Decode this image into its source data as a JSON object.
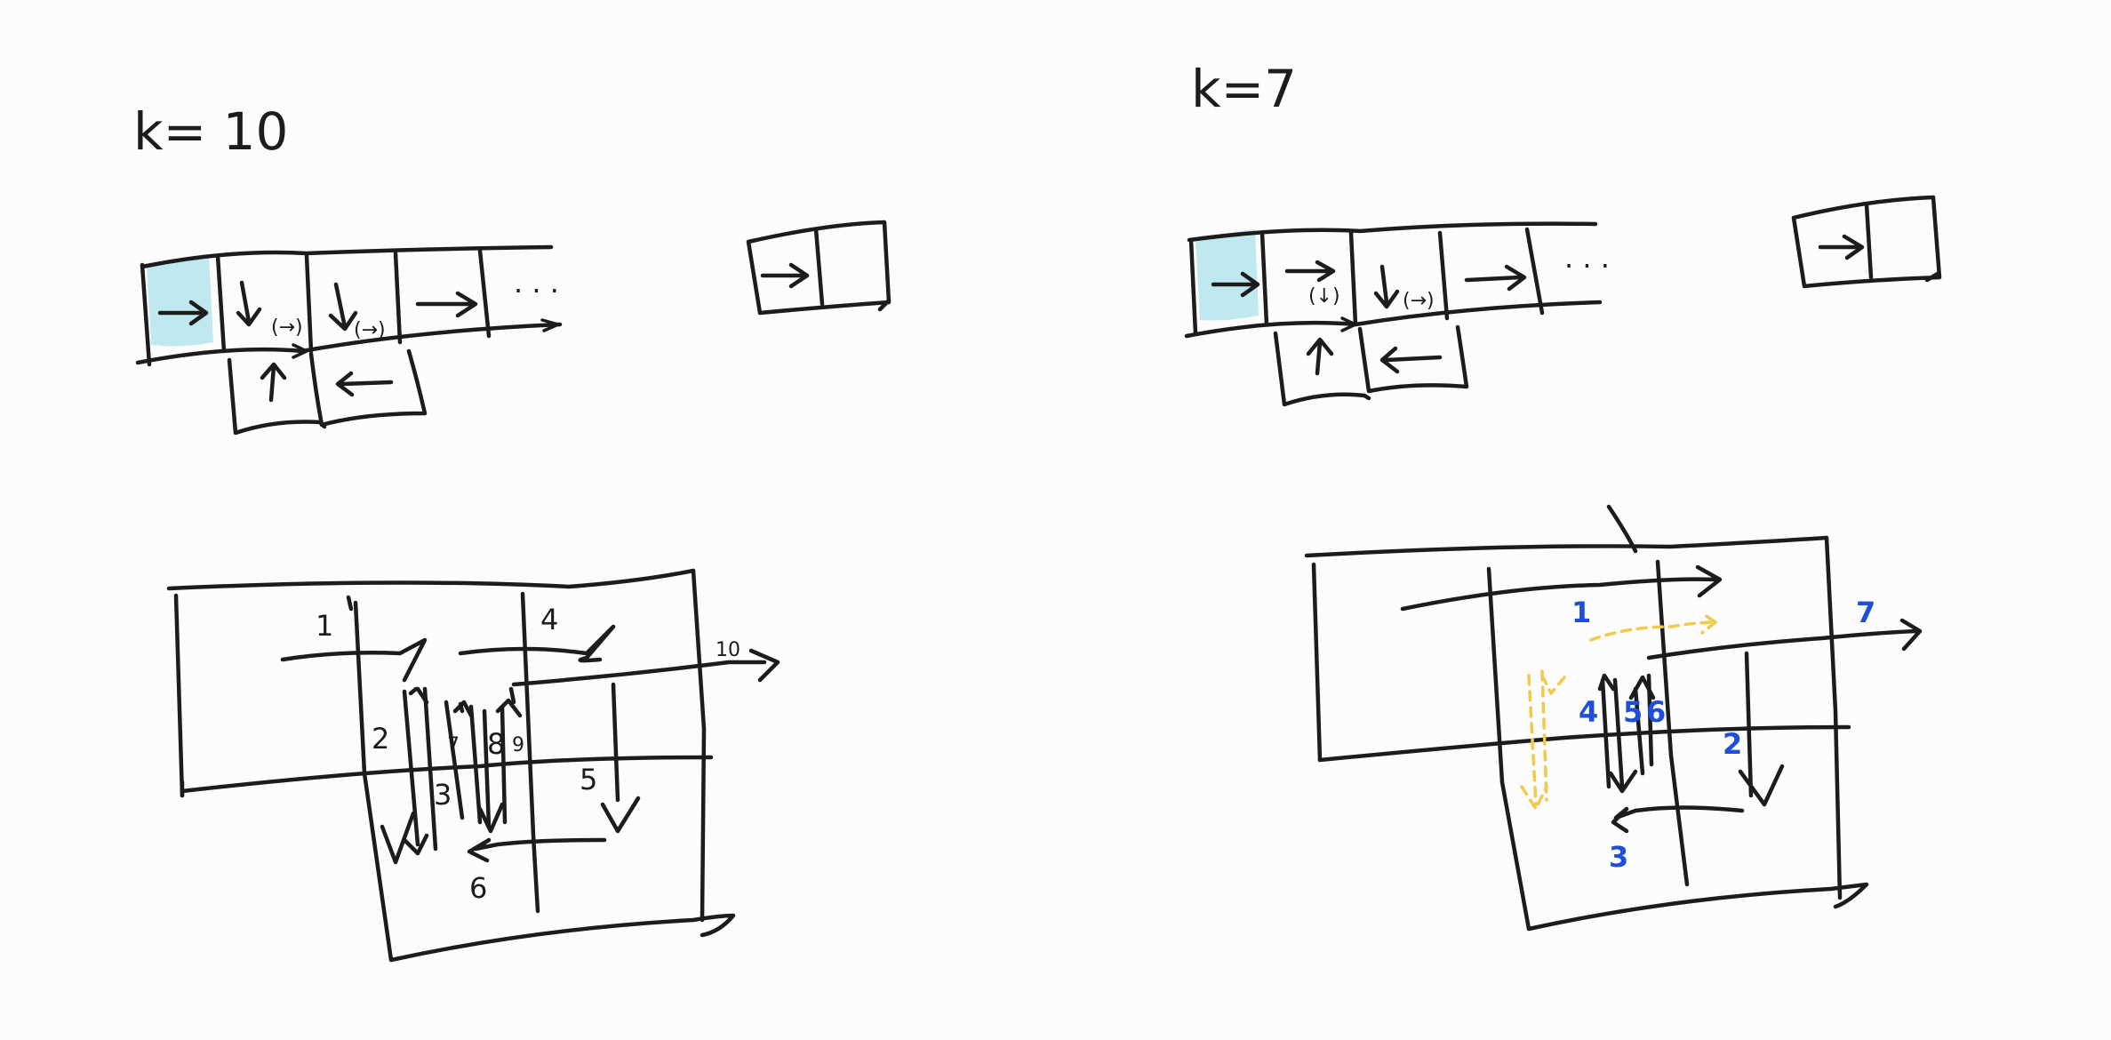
{
  "left": {
    "title": "k= 10",
    "strip_more": "· · ·",
    "strip_paren": "(→)",
    "grid_labels": [
      "1",
      "2",
      "3",
      "4",
      "5",
      "6",
      "7",
      "8",
      "9",
      "10"
    ]
  },
  "right": {
    "title": "k=7",
    "strip_more": "· · ·",
    "strip_paren_a": "(↓)",
    "strip_paren_b": "(→)",
    "grid_labels": [
      "1",
      "2",
      "3",
      "4",
      "5",
      "6",
      "7"
    ]
  },
  "colors": {
    "ink": "#1c1c1c",
    "highlight": "#bfe8ef",
    "blue_numbers": "#1f4fd8",
    "yellow_dashed": "#f2c94c"
  }
}
